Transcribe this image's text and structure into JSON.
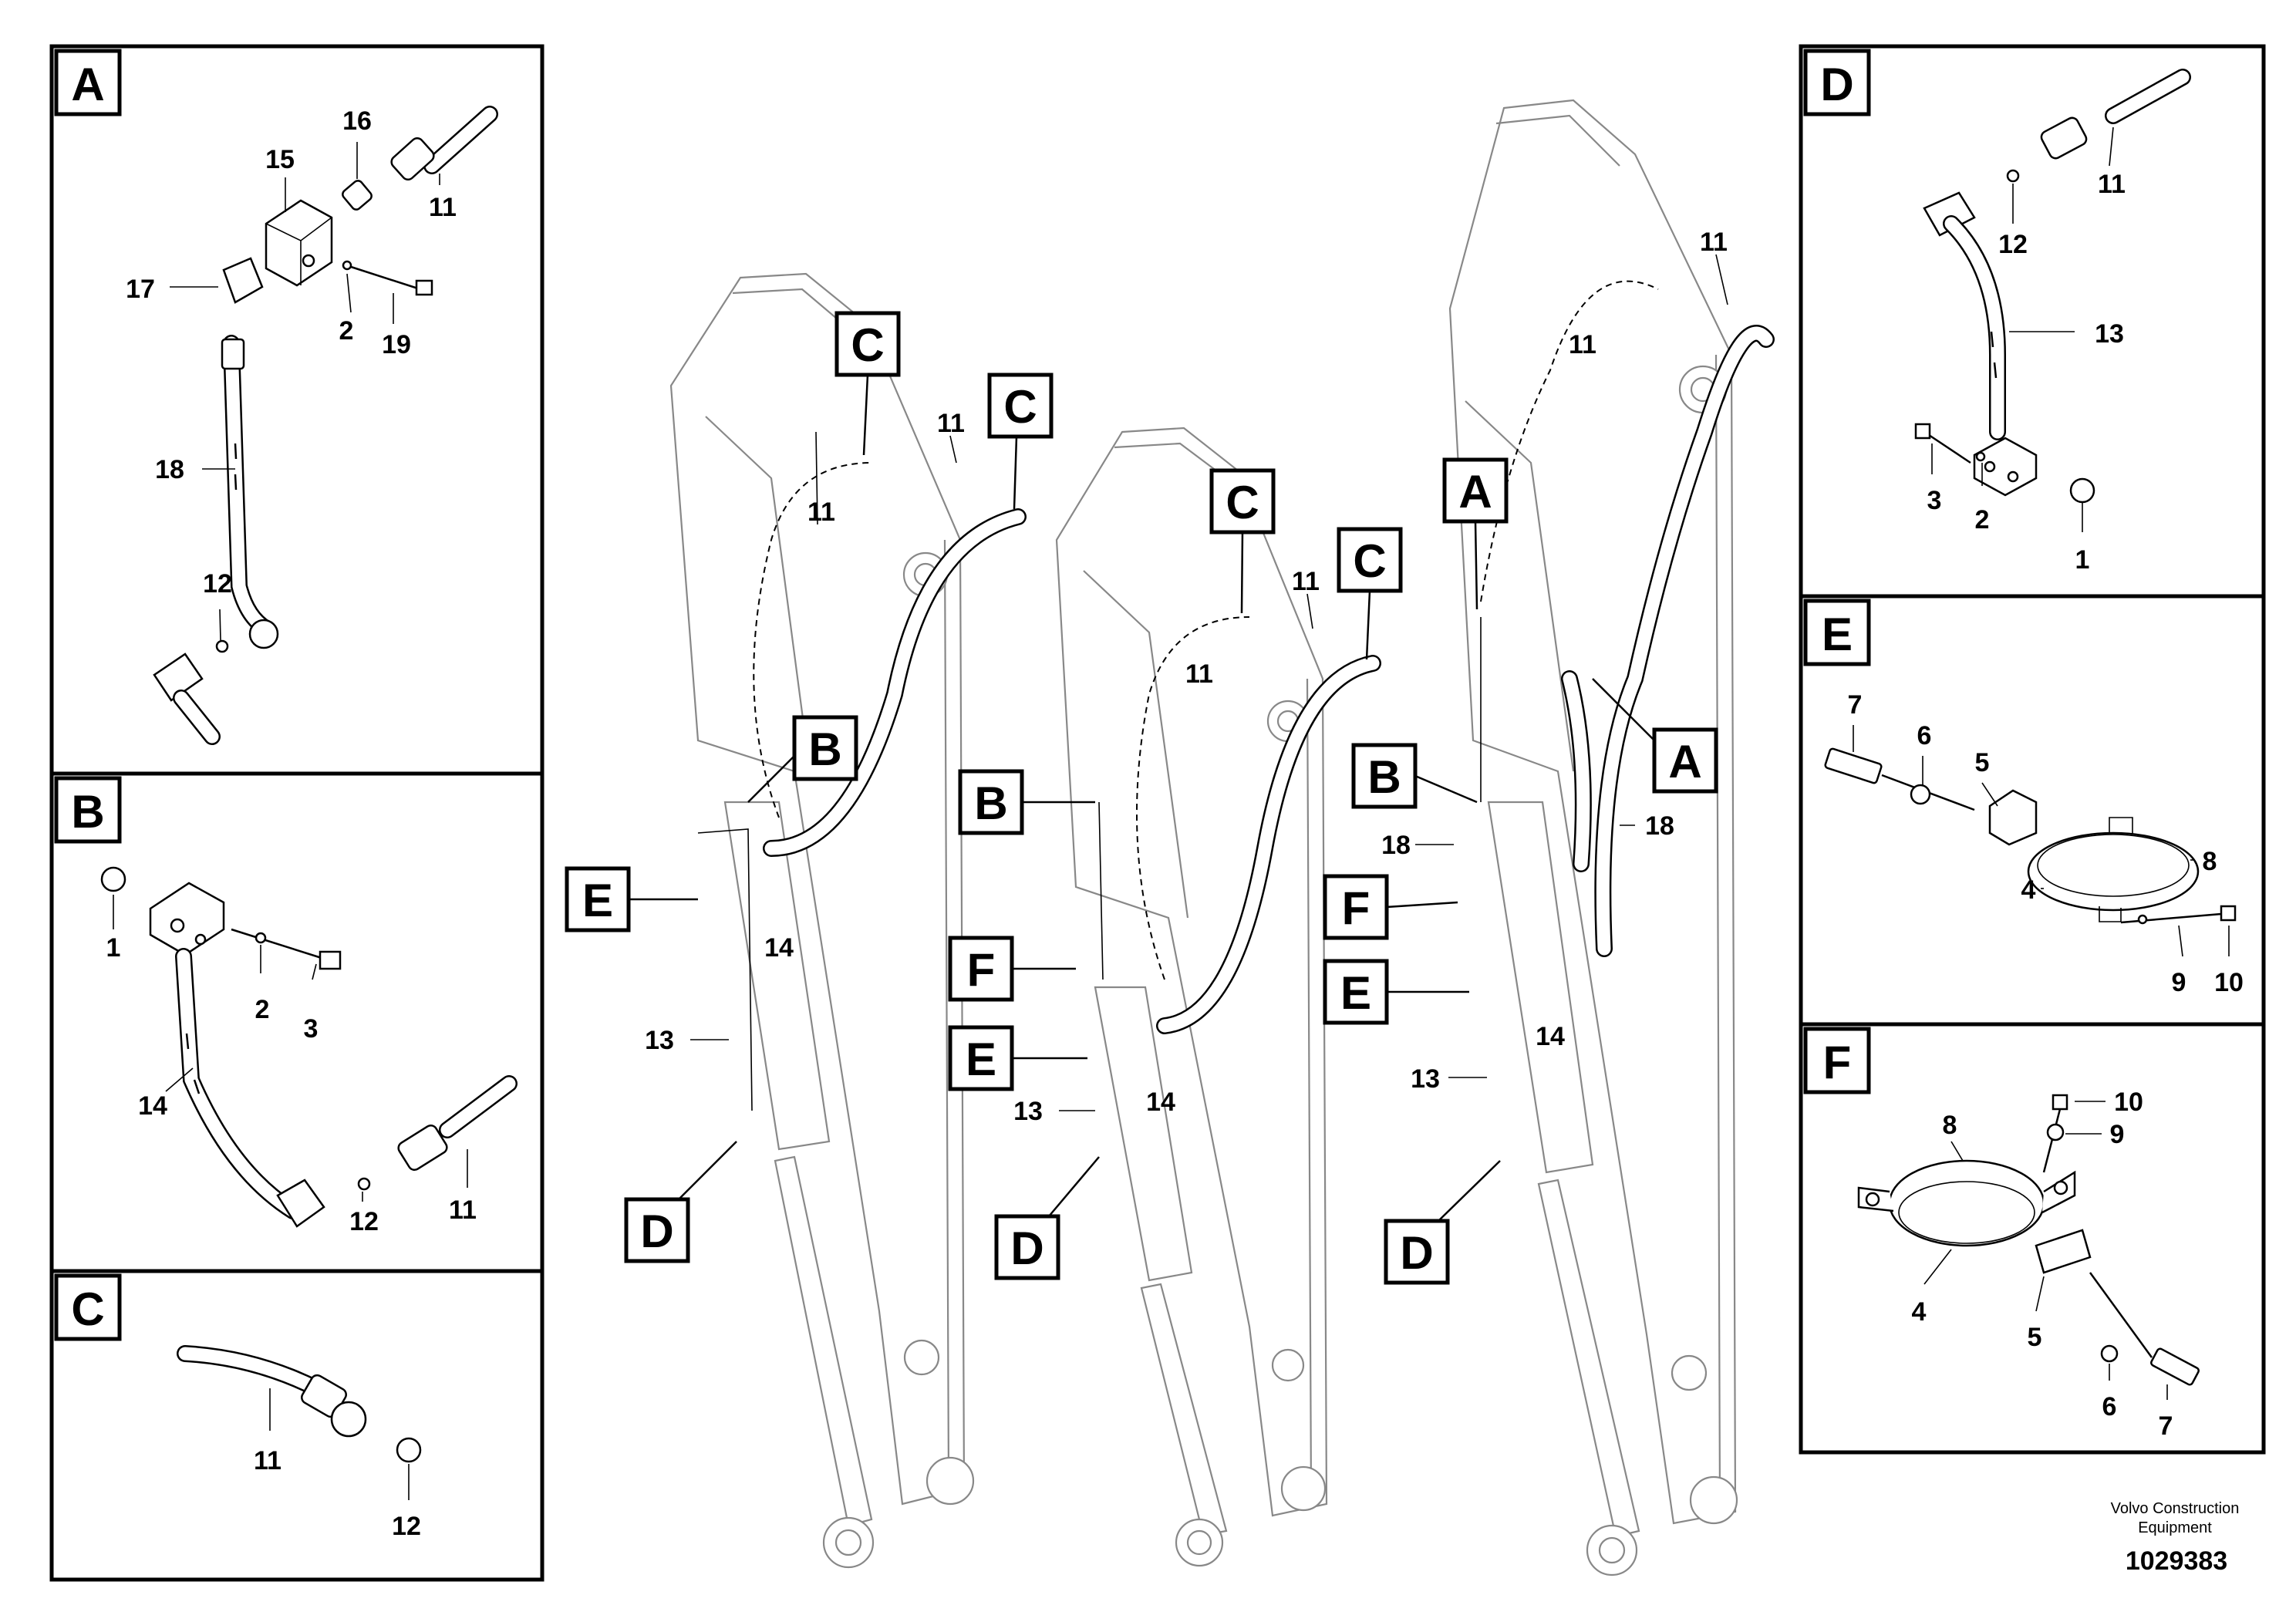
{
  "panels": {
    "A": {
      "letter": "A",
      "callouts": [
        "16",
        "15",
        "11",
        "17",
        "2",
        "19",
        "18",
        "12"
      ]
    },
    "B": {
      "letter": "B",
      "callouts": [
        "1",
        "2",
        "3",
        "14",
        "11",
        "12"
      ]
    },
    "C": {
      "letter": "C",
      "callouts": [
        "11",
        "12"
      ]
    },
    "D": {
      "letter": "D",
      "callouts": [
        "11",
        "12",
        "13",
        "3",
        "2",
        "1"
      ]
    },
    "E": {
      "letter": "E",
      "callouts": [
        "7",
        "6",
        "5",
        "8",
        "4",
        "9",
        "10"
      ]
    },
    "F": {
      "letter": "F",
      "callouts": [
        "8",
        "10",
        "9",
        "4",
        "5",
        "6",
        "7"
      ]
    }
  },
  "main": {
    "boom1": {
      "tags": [
        "C",
        "C",
        "B",
        "E",
        "D"
      ],
      "callouts": [
        "11",
        "11",
        "14",
        "13"
      ]
    },
    "boom2": {
      "tags": [
        "C",
        "C",
        "B",
        "F",
        "E",
        "D"
      ],
      "callouts": [
        "11",
        "11",
        "14",
        "13"
      ]
    },
    "boom3": {
      "tags": [
        "A",
        "A",
        "B",
        "F",
        "E",
        "D"
      ],
      "callouts": [
        "11",
        "11",
        "18",
        "18",
        "14",
        "13"
      ]
    }
  },
  "footer": {
    "credit_line1": "Volvo Construction",
    "credit_line2": "Equipment",
    "doc_number": "1029383"
  },
  "colors": {
    "ink": "#000000",
    "boom_outline": "#888888",
    "paper": "#ffffff"
  }
}
